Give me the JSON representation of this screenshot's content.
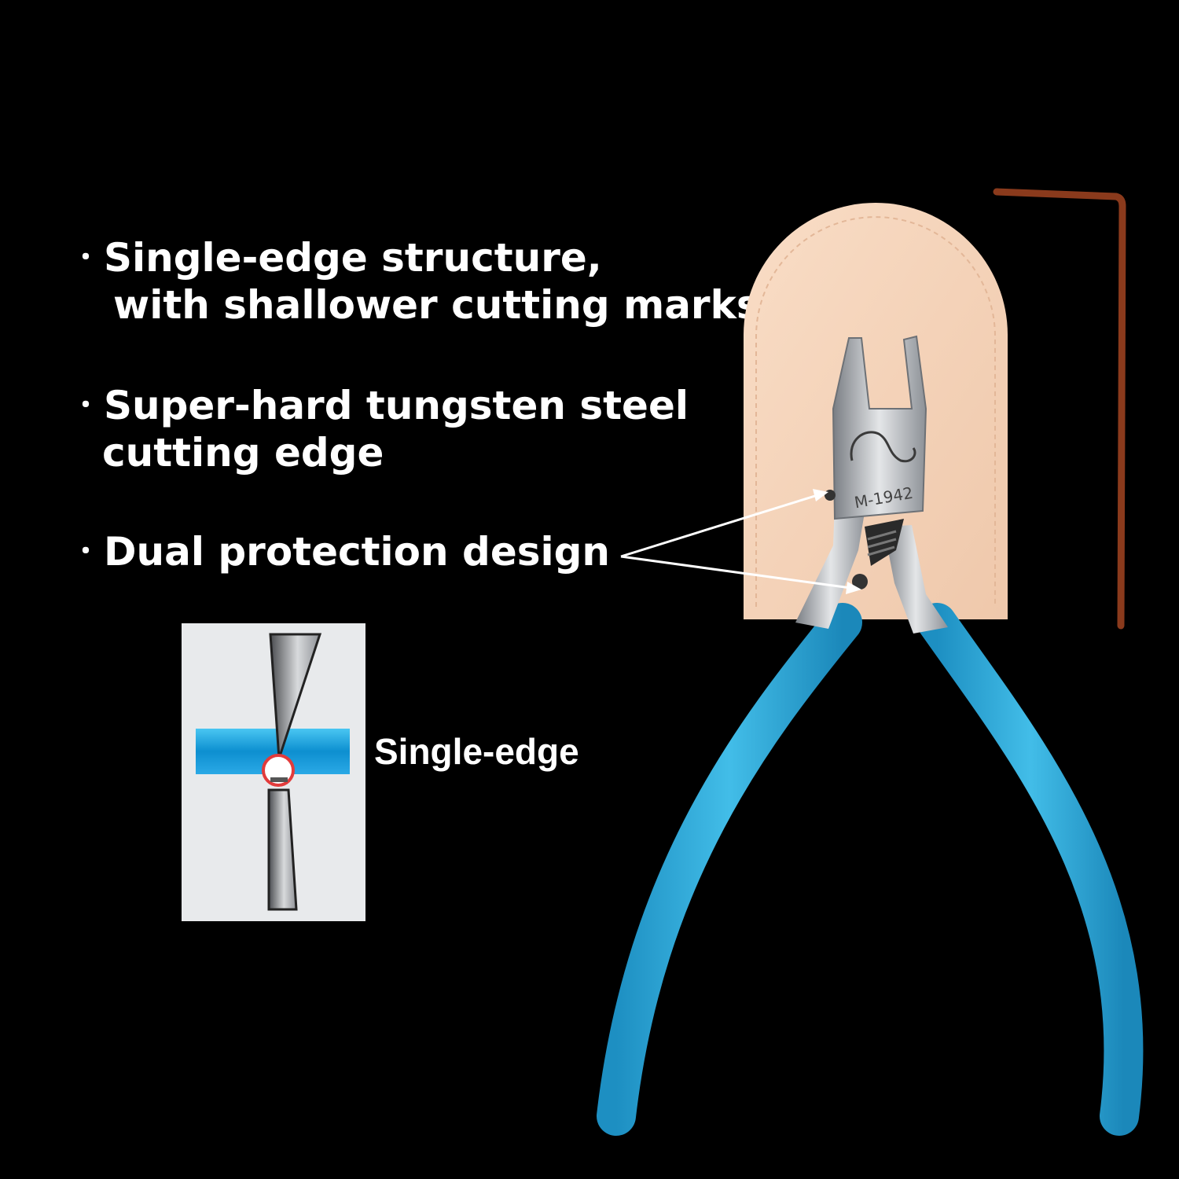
{
  "features": [
    {
      "bullet": "・",
      "line1": "Single-edge structure,",
      "line2": "with shallower cutting marks"
    },
    {
      "bullet": "・",
      "line1": "Super-hard tungsten steel",
      "line2": "cutting edge"
    },
    {
      "bullet": "・",
      "line1": "Dual protection design",
      "line2": ""
    }
  ],
  "diagram": {
    "label": "Single-edge"
  },
  "product": {
    "model_mark": "M-1942",
    "colors": {
      "handle": "#2fa8d8",
      "sheath": "#f6d2b8",
      "hex_key": "#8a3a1c",
      "steel": "#b8bcc2"
    }
  }
}
